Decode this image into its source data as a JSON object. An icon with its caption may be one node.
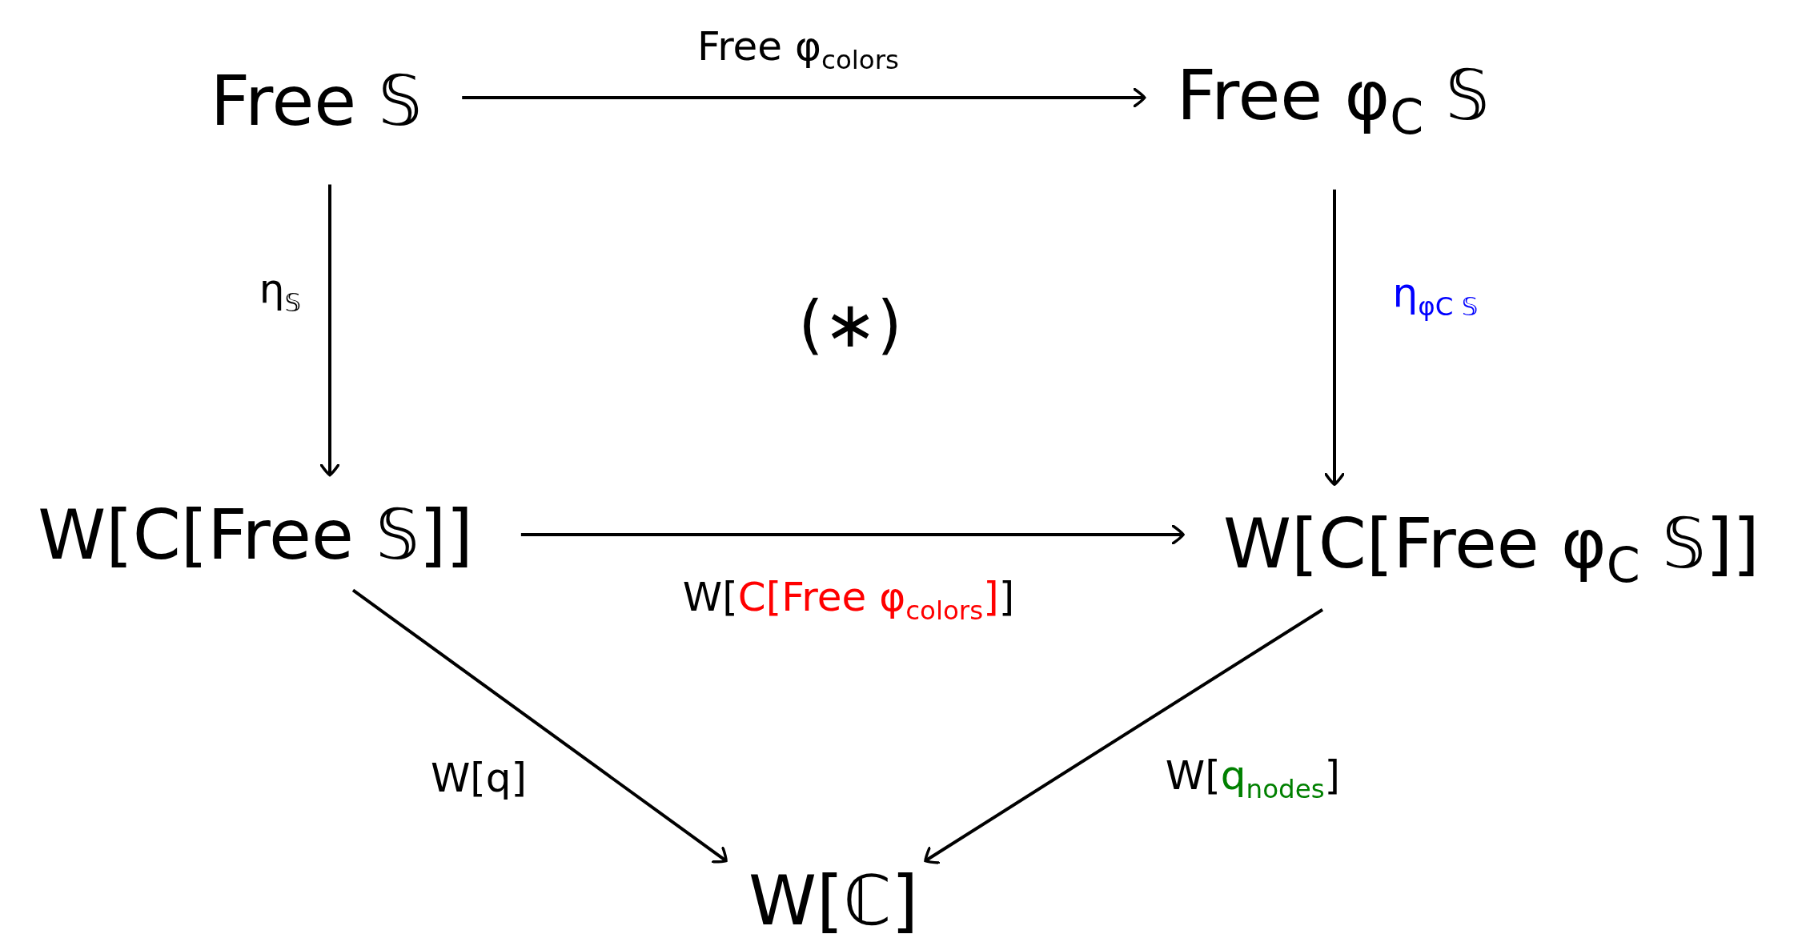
{
  "diagram": {
    "nodes": [
      {
        "text": [
          "Free 𝕊"
        ]
      },
      {
        "text": [
          "Free φ$_{C}$ 𝕊"
        ]
      },
      {
        "text": [
          "W[C[Free 𝕊]]"
        ]
      },
      {
        "text": [
          "W[C[Free φ$_{C}$ 𝕊]]"
        ]
      },
      {
        "text": [
          "W[ℂ]"
        ]
      }
    ],
    "edges": [
      {
        "from": 0,
        "to": 1,
        "arrow": "to",
        "label": "Free φ$_{colors}$"
      },
      {
        "from": 0,
        "to": 2,
        "arrow": "to",
        "label": "η$_{𝕊}$"
      },
      {
        "from": 1,
        "to": 3,
        "arrow": "to",
        "label": "η$_{φC 𝕊}$"
      },
      {
        "from": 2,
        "to": 3,
        "arrow": "to",
        "label": "W[C[Free φ$_{colors}$]]"
      },
      {
        "from": 2,
        "to": 4,
        "arrow": "to",
        "label": "W[q]"
      },
      {
        "from": 3,
        "to": 4,
        "arrow": "to",
        "label": "W[q$_{nodes}$]"
      }
    ],
    "labels": [
      "(∗)"
    ]
  }
}
